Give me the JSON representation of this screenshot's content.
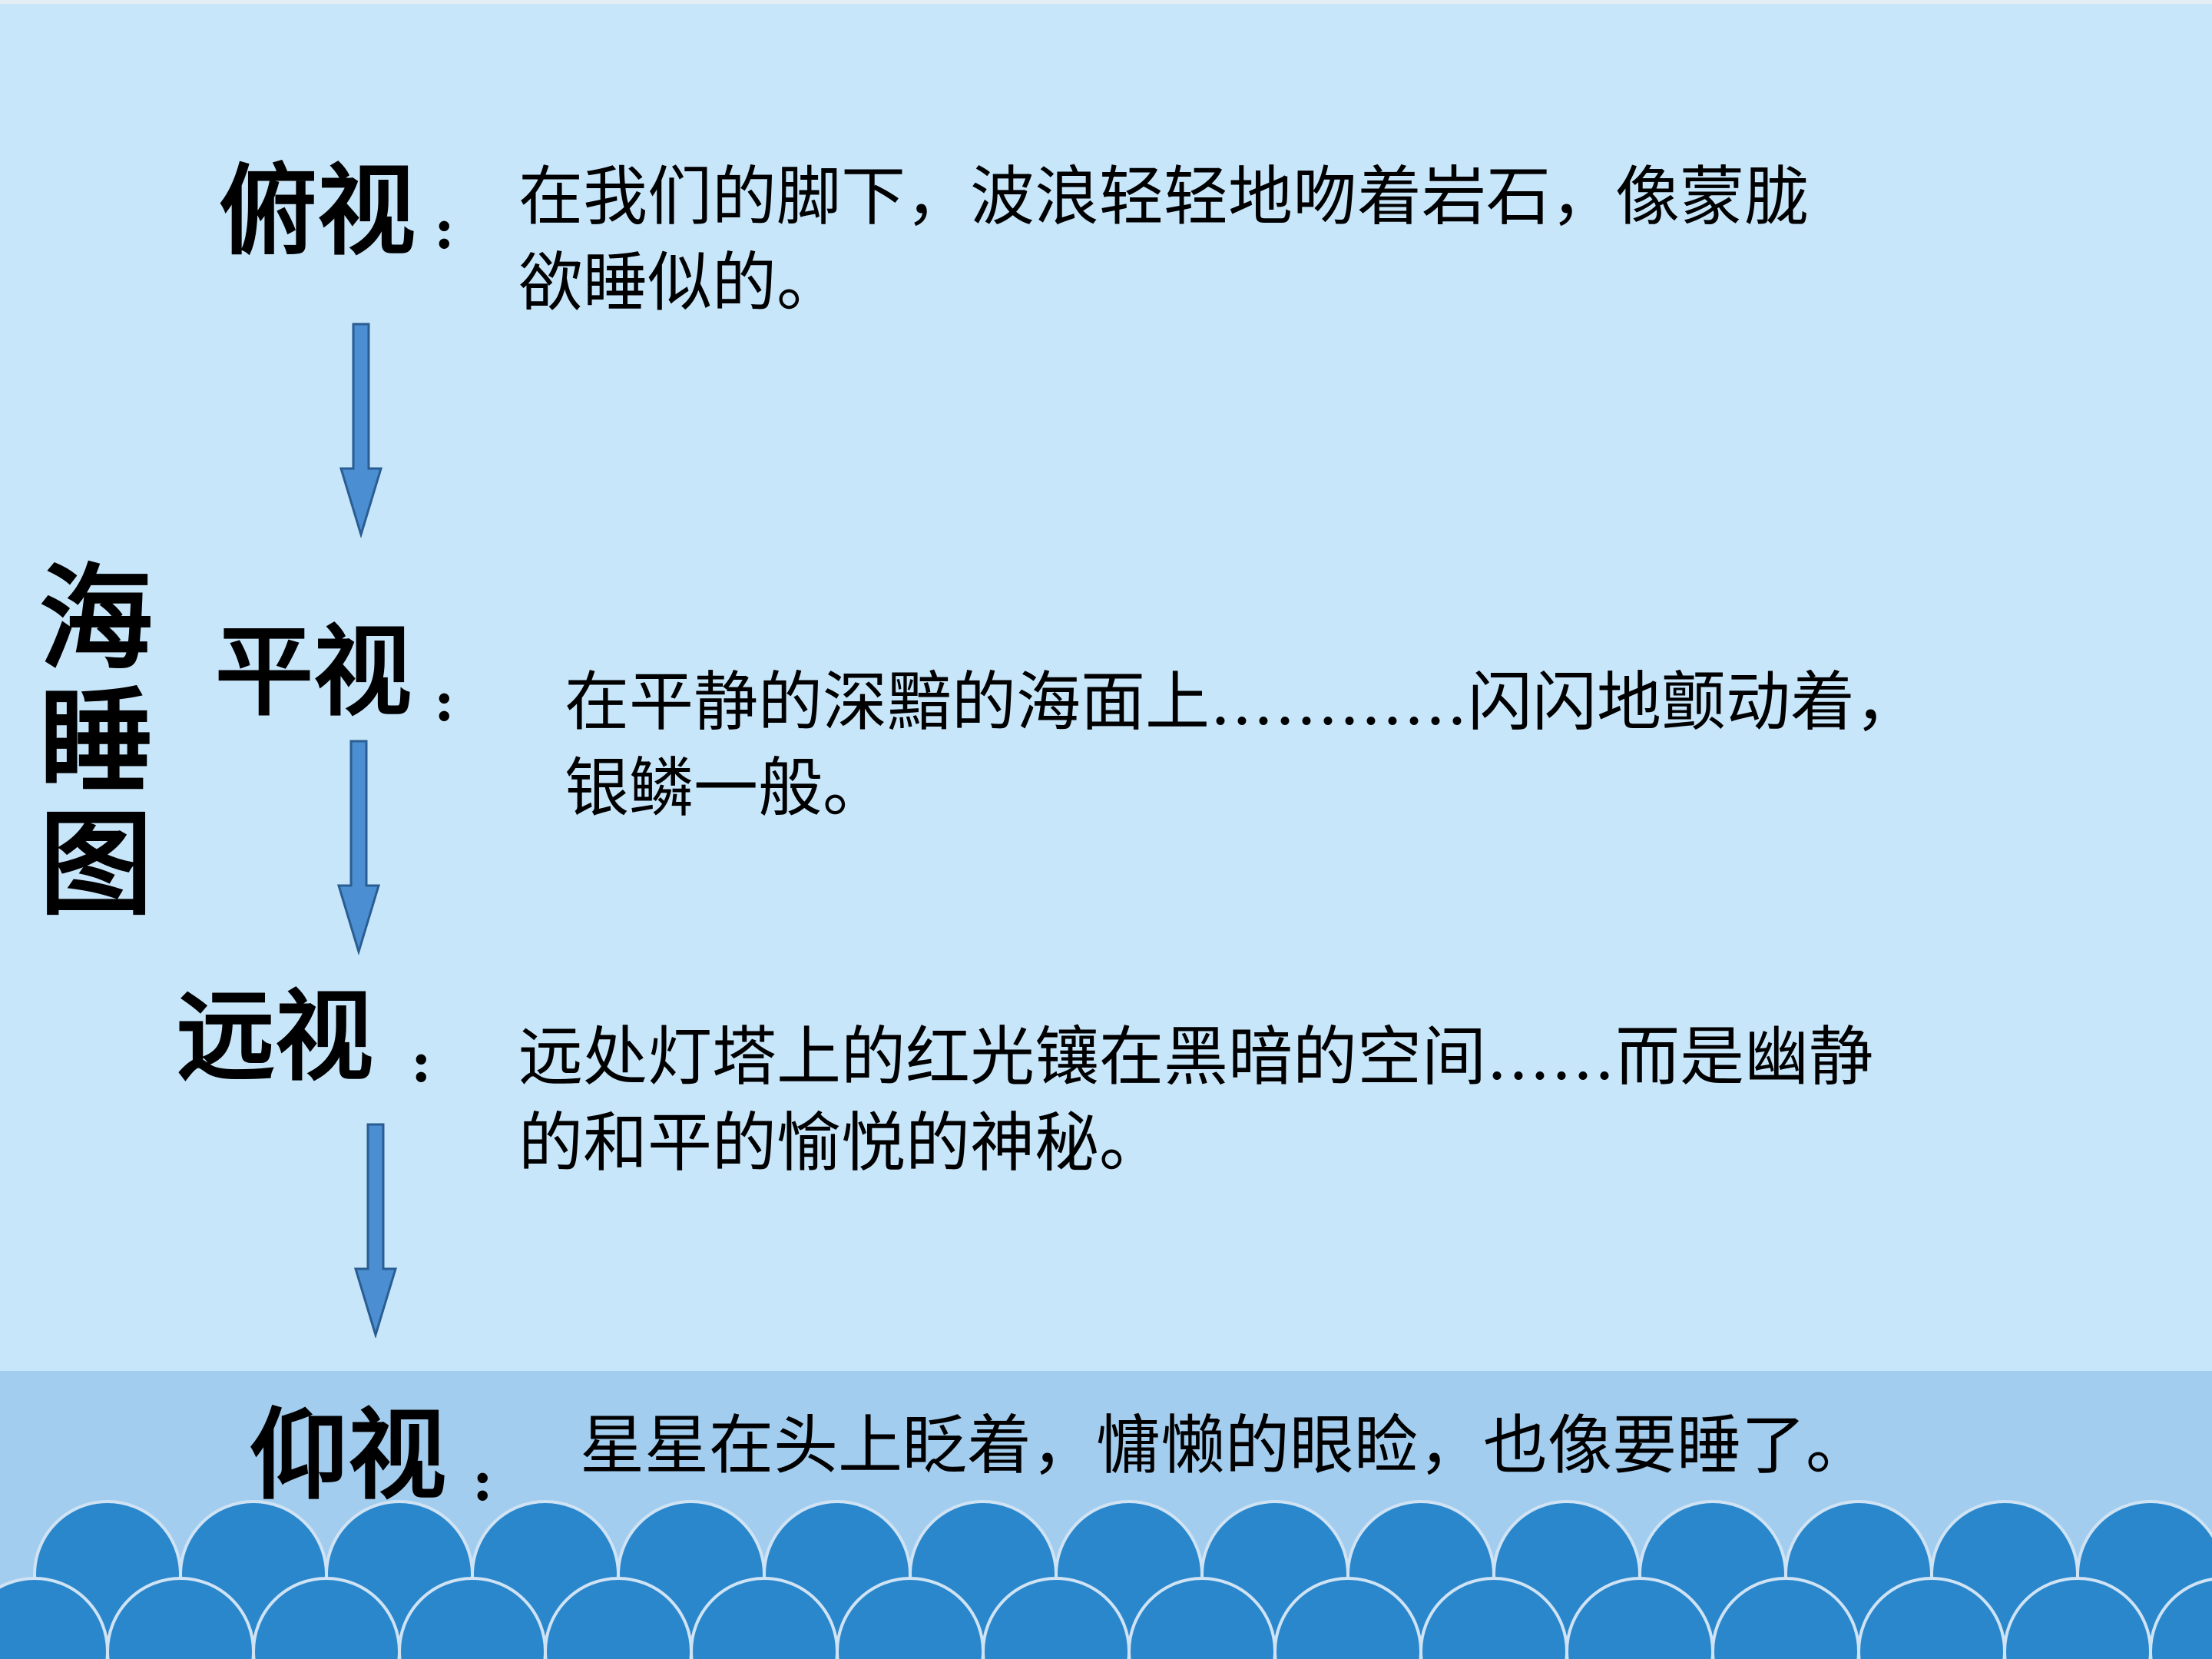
{
  "title": "海睡图",
  "title_chars": [
    "海",
    "睡",
    "图"
  ],
  "colors": {
    "background": "#c8e6fa",
    "band": "#a3cdee",
    "wave": "#2a87cc",
    "arrow": "#4b8ed1"
  },
  "icons": [
    "down-arrow-icon",
    "wave-pattern"
  ],
  "sections": [
    {
      "label": "俯视",
      "colon": ":",
      "lines": [
        "在我们的脚下，波浪轻轻地吻着岩石，像蒙胧",
        "欲睡似的。"
      ]
    },
    {
      "label": "平视",
      "colon": ":",
      "lines": [
        "在平静的深黯的海面上…………闪闪地颤动着，",
        "银鳞一般。"
      ]
    },
    {
      "label": "远视",
      "colon": ":",
      "lines": [
        "远处灯塔上的红光镶在黑暗的空间……而是幽静",
        "的和平的愉悦的神秘。"
      ]
    },
    {
      "label": "仰视",
      "colon": ":",
      "lines": [
        "星星在头上眨着，慵懒的眼睑，也像要睡了。"
      ]
    }
  ]
}
